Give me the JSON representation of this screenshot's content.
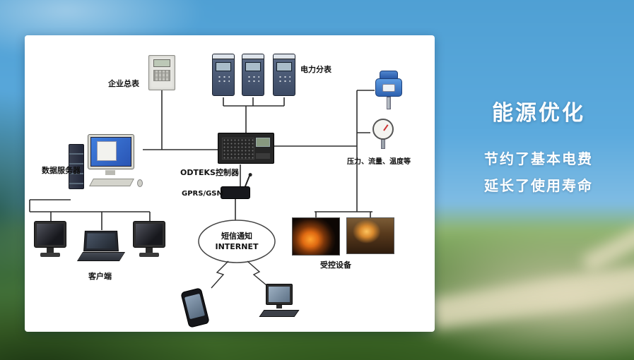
{
  "colors": {
    "sky": "#4e9fd3",
    "grass": "#55823a",
    "panel": "#ffffff",
    "caption_text": "#ffffff",
    "wire": "#2e2e2e"
  },
  "side": {
    "title": "能源优化",
    "line1": "节约了基本电费",
    "line2": "延长了使用寿命"
  },
  "diagram": {
    "labels": {
      "enterprise_meter": "企业总表",
      "power_submeters": "电力分表",
      "data_server": "数据服务器",
      "controller": "ODTEKS控制器",
      "gprs": "GPRS/GSM",
      "sensors": "压力、流量、温度等",
      "cloud_line1": "短信通知",
      "cloud_line2": "INTERNET",
      "controlled_devices": "受控设备",
      "clients": "客户端"
    },
    "icons": {
      "enterprise-meter-icon": "energy meter box",
      "power-submeter-icon": "electric sub-meter",
      "controller-icon": "ODTEKS controller unit",
      "data-server-icon": "desktop computer with tower",
      "gprs-modem-icon": "GPRS/GSM modem with antenna",
      "pressure-transmitter-icon": "blue pressure transmitter",
      "gauge-icon": "dial gauge sensor",
      "furnace-photo": "furnace equipment photo",
      "welding-photo": "sparks equipment photo",
      "client-monitor-icon": "client monitor",
      "client-laptop-icon": "client laptop",
      "smartphone-icon": "mobile phone",
      "desktop-computer-icon": "desktop with keyboard",
      "internet-ellipse": "SMS / internet cloud",
      "lightning-bolt": "wireless zigzag link"
    }
  }
}
